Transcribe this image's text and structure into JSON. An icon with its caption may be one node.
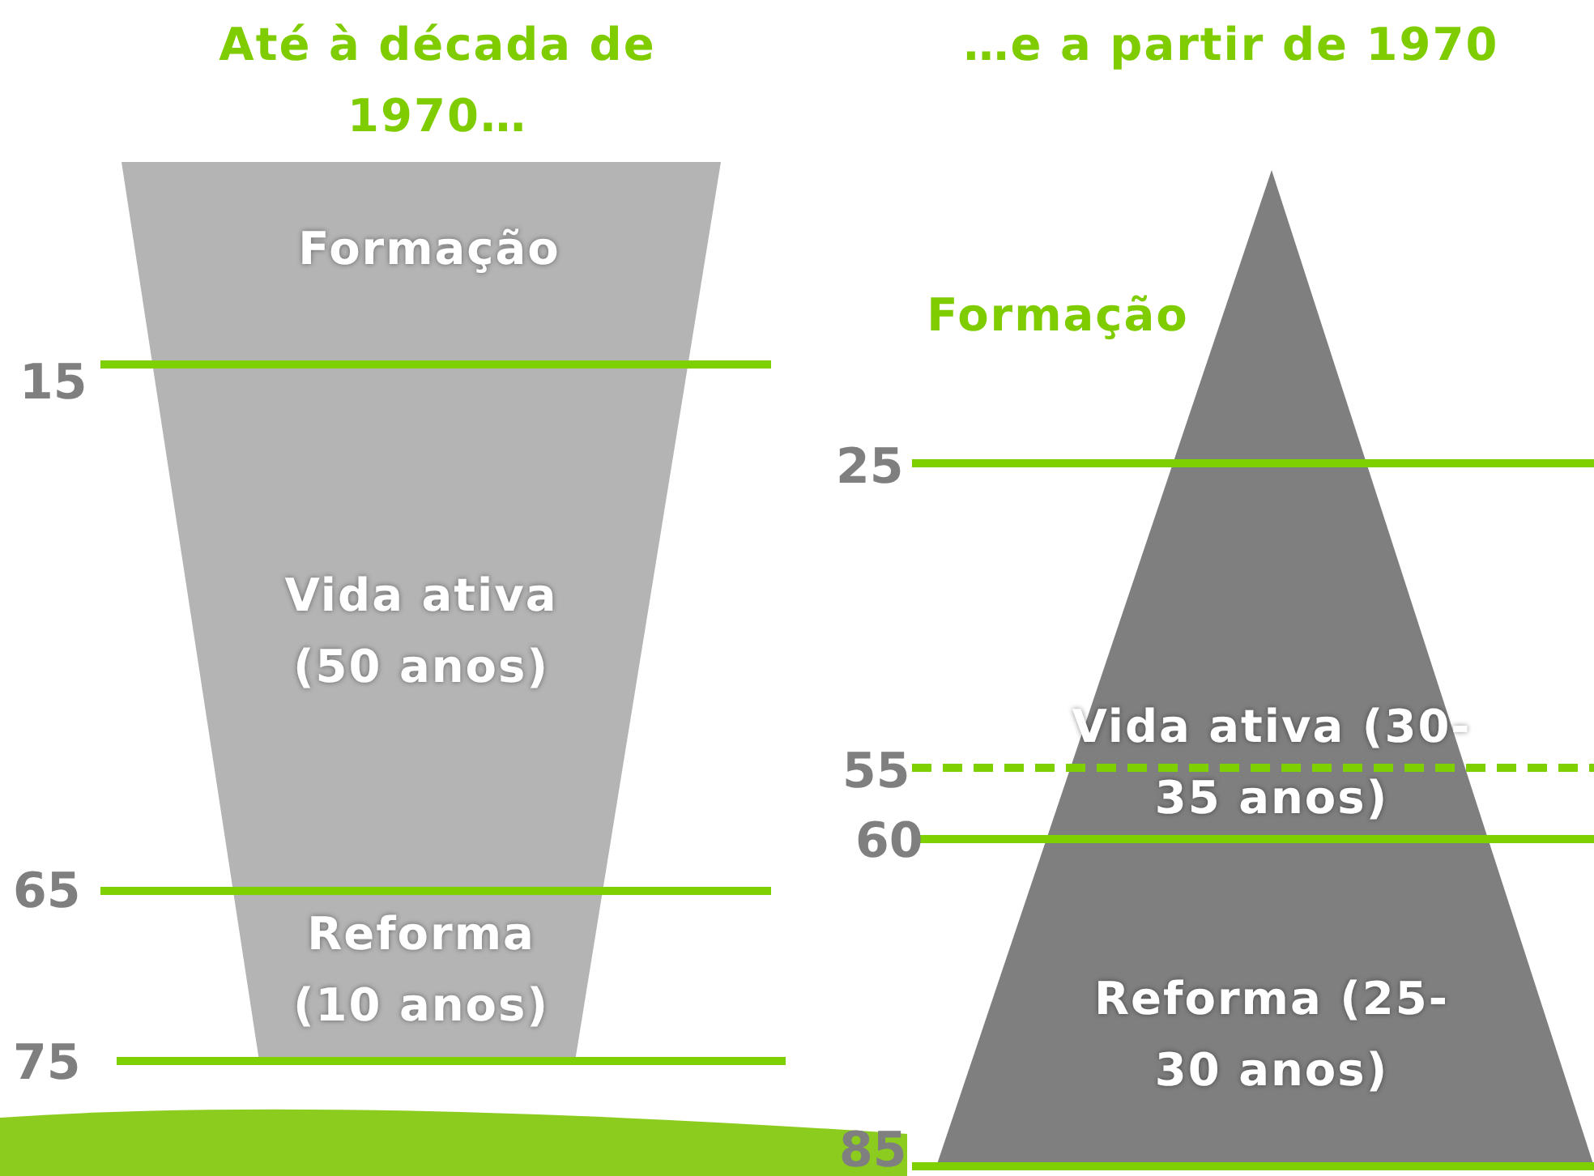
{
  "diagram": {
    "nodes": [
      {
        "text": [
          "Até à década de 1970…",
          "Formação",
          "Vida ativa (50 anos)",
          "Reforma (10 anos)"
        ]
      },
      {
        "text": [
          "…e a partir de 1970",
          "Vida ativa (30-35 anos)",
          "Reforma (25-30 anos)"
        ],
        "beside": [
          "Formação"
        ]
      }
    ],
    "edges": [],
    "labels": [
      "15",
      "65",
      "75",
      "25",
      "55",
      "60",
      "85"
    ]
  }
}
